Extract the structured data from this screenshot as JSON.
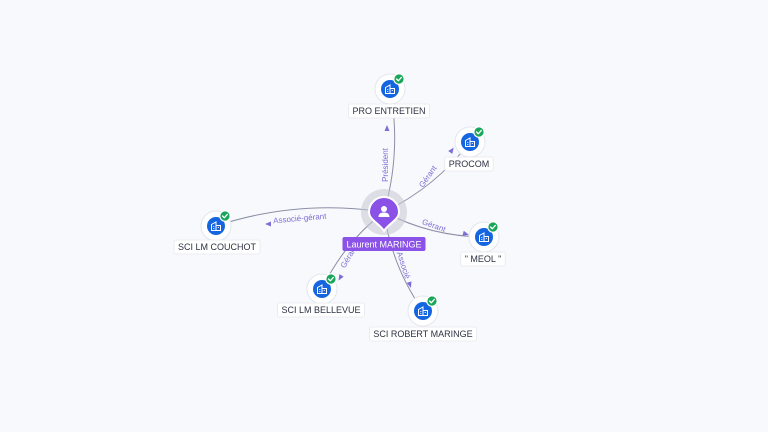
{
  "center": {
    "label": "Laurent MARINGE",
    "icon": "person-icon"
  },
  "companies": [
    {
      "label": "PRO ENTRETIEN",
      "relation": "Président",
      "icon": "building-icon",
      "verified": true
    },
    {
      "label": "PROCOM",
      "relation": "Gérant",
      "icon": "building-icon",
      "verified": true
    },
    {
      "label": "\" MEOL \"",
      "relation": "Gérant",
      "icon": "building-icon",
      "verified": true
    },
    {
      "label": "SCI ROBERT MARINGE",
      "relation": "Associé",
      "icon": "building-icon",
      "verified": true
    },
    {
      "label": "SCI LM BELLEVUE",
      "relation": "Gérant",
      "icon": "building-icon",
      "verified": true
    },
    {
      "label": "SCI LM COUCHOT",
      "relation": "Associé-gérant",
      "icon": "building-icon",
      "verified": true
    }
  ],
  "colors": {
    "accent": "#8b52e8",
    "node": "#1565e0",
    "verified": "#19a55a",
    "edge_label": "#7b6fd6"
  }
}
